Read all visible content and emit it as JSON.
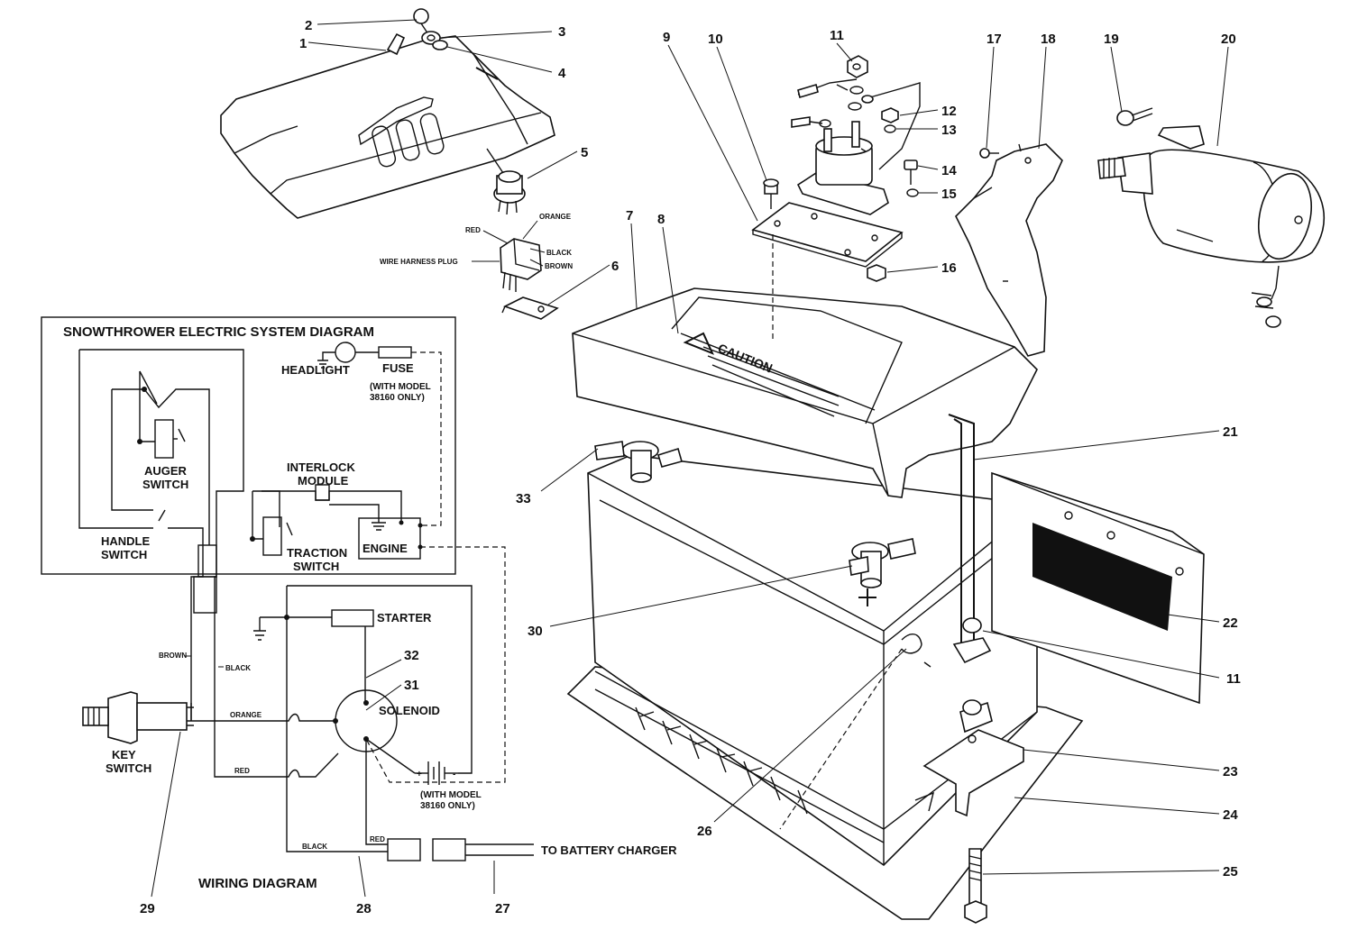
{
  "callouts": [
    "1",
    "2",
    "3",
    "4",
    "5",
    "6",
    "7",
    "8",
    "9",
    "10",
    "11",
    "12",
    "13",
    "14",
    "15",
    "16",
    "17",
    "18",
    "19",
    "20",
    "21",
    "22",
    "11",
    "23",
    "24",
    "25",
    "26",
    "27",
    "28",
    "29",
    "30",
    "31",
    "32",
    "33"
  ],
  "plug_labels": {
    "orange": "ORANGE",
    "red": "RED",
    "black": "BLACK",
    "brown": "BROWN",
    "harness": "WIRE HARNESS PLUG"
  },
  "battery_label": "CAUTION",
  "system_diagram": {
    "title": "SNOWTHROWER ELECTRIC SYSTEM DIAGRAM",
    "headlight": "HEADLIGHT",
    "fuse": "FUSE",
    "fuse_note_1": "(WITH MODEL",
    "fuse_note_2": "38160 ONLY)",
    "auger_1": "AUGER",
    "auger_2": "SWITCH",
    "interlock_1": "INTERLOCK",
    "interlock_2": "MODULE",
    "handle_1": "HANDLE",
    "handle_2": "SWITCH",
    "traction_1": "TRACTION",
    "traction_2": "SWITCH",
    "engine": "ENGINE"
  },
  "wiring_diagram": {
    "title": "WIRING DIAGRAM",
    "starter": "STARTER",
    "solenoid": "SOLENOID",
    "key_1": "KEY",
    "key_2": "SWITCH",
    "brown": "BROWN",
    "black": "BLACK",
    "orange": "ORANGE",
    "red": "RED",
    "black2": "BLACK",
    "red2": "RED",
    "plus": "+",
    "minus": "-",
    "battery_note_1": "(WITH MODEL",
    "battery_note_2": "38160 ONLY)",
    "charger": "TO BATTERY CHARGER"
  }
}
